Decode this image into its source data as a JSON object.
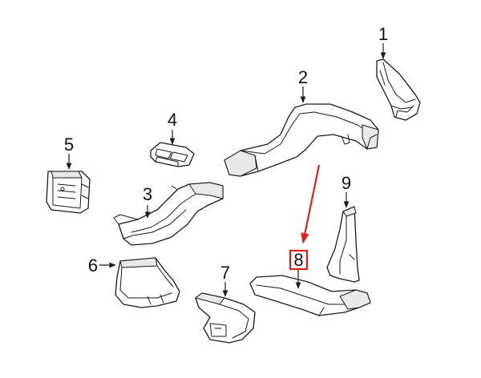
{
  "callouts": [
    {
      "id": "1",
      "label": "1"
    },
    {
      "id": "2",
      "label": "2"
    },
    {
      "id": "3",
      "label": "3"
    },
    {
      "id": "4",
      "label": "4"
    },
    {
      "id": "5",
      "label": "5"
    },
    {
      "id": "6",
      "label": "6"
    },
    {
      "id": "7",
      "label": "7"
    },
    {
      "id": "8",
      "label": "8"
    },
    {
      "id": "9",
      "label": "9"
    }
  ],
  "highlight": {
    "callout": "8",
    "color": "#e0201b"
  },
  "colors": {
    "line": "#1a1a1a",
    "background": "#ffffff",
    "accent": "#e0201b"
  }
}
